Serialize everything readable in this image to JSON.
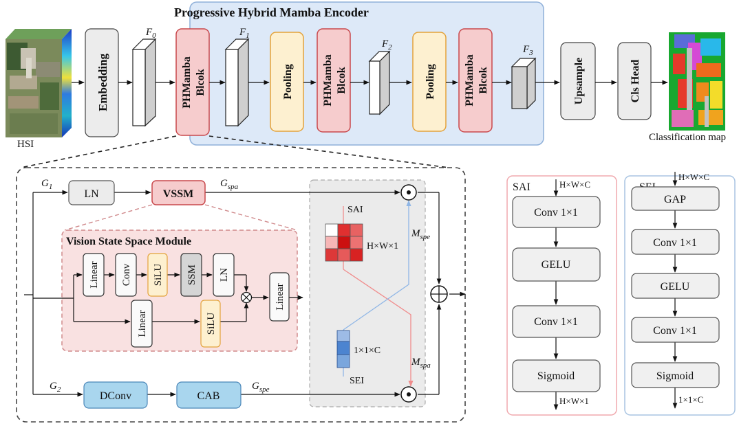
{
  "top": {
    "encoder_title": "Progressive Hybrid Mamba Encoder",
    "hsi_label": "HSI",
    "embedding": "Embedding",
    "phm1": [
      "PHMamba",
      "Blcok"
    ],
    "phm2": [
      "PHMamba",
      "Blcok"
    ],
    "phm3": [
      "PHMamba",
      "Blcok"
    ],
    "pooling1": "Pooling",
    "pooling2": "Pooling",
    "upsample": "Upsample",
    "cls_head": "Cls Head",
    "classification_map": "Classification map",
    "features": [
      {
        "main": "F",
        "sub": "0"
      },
      {
        "main": "F",
        "sub": "1"
      },
      {
        "main": "F",
        "sub": "2"
      },
      {
        "main": "F",
        "sub": "3"
      }
    ]
  },
  "detail": {
    "g1": {
      "main": "G",
      "sub": "1"
    },
    "g2": {
      "main": "G",
      "sub": "2"
    },
    "gspa": {
      "main": "G",
      "sub": "spa"
    },
    "gspe": {
      "main": "G",
      "sub": "spe"
    },
    "mspe": {
      "main": "M",
      "sub": "spe"
    },
    "mspa": {
      "main": "M",
      "sub": "spa"
    },
    "ln": "LN",
    "vssm": "VSSM",
    "dconv": "DConv",
    "cab": "CAB",
    "vss_title": "Vision State Space Module",
    "vss_blocks": {
      "linear_a": "Linear",
      "conv": "Conv",
      "silu_a": "SiLU",
      "ssm": "SSM",
      "ln": "LN",
      "linear_b": "Linear",
      "silu_b": "SiLU",
      "linear_out": "Linear"
    },
    "sai_label": "SAI",
    "sei_label": "SEI",
    "hw1": "H×W×1",
    "c11": "1×1×C"
  },
  "sai_panel": {
    "title": "SAI",
    "input": "H×W×C",
    "blocks": [
      "Conv 1×1",
      "GELU",
      "Conv 1×1",
      "Sigmoid"
    ],
    "output": "H×W×1"
  },
  "sei_panel": {
    "title": "SEI",
    "input": "H×W×C",
    "blocks": [
      "GAP",
      "Conv 1×1",
      "GELU",
      "Conv 1×1",
      "Sigmoid"
    ],
    "output": "1×1×C"
  },
  "colors": {
    "encoder_bg": "#dde9f8",
    "encoder_border": "#8fb0d9",
    "phm_fill": "#f6cccd",
    "phm_border": "#c9484c",
    "pool_fill": "#fdf0d0",
    "pool_border": "#e3a23a",
    "gray_fill": "#ececec",
    "blue_fill": "#a9d6ee",
    "vss_bg": "#f9e1e1",
    "sai_border": "#f0a9ae",
    "sei_border": "#a8c4e2"
  }
}
